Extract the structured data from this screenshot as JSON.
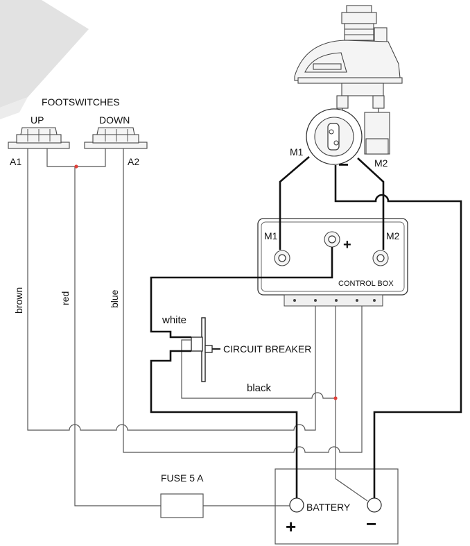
{
  "title": "FOOTSWITCHES",
  "footswitches": {
    "up": "UP",
    "down": "DOWN",
    "a1": "A1",
    "a2": "A2"
  },
  "motor": {
    "m1": "M1",
    "m2": "M2",
    "minus": "−"
  },
  "control_box": {
    "label": "CONTROL BOX",
    "m1": "M1",
    "m2": "M2",
    "plus": "+"
  },
  "wires": {
    "brown": "brown",
    "red": "red",
    "blue": "blue",
    "white": "white",
    "black": "black"
  },
  "circuit_breaker": "CIRCUIT BREAKER",
  "fuse": "FUSE 5 A",
  "battery": {
    "label": "BATTERY",
    "plus": "+",
    "minus": "−"
  },
  "colors": {
    "junction": "#e0413a",
    "watermark": "#d9d9d9"
  }
}
